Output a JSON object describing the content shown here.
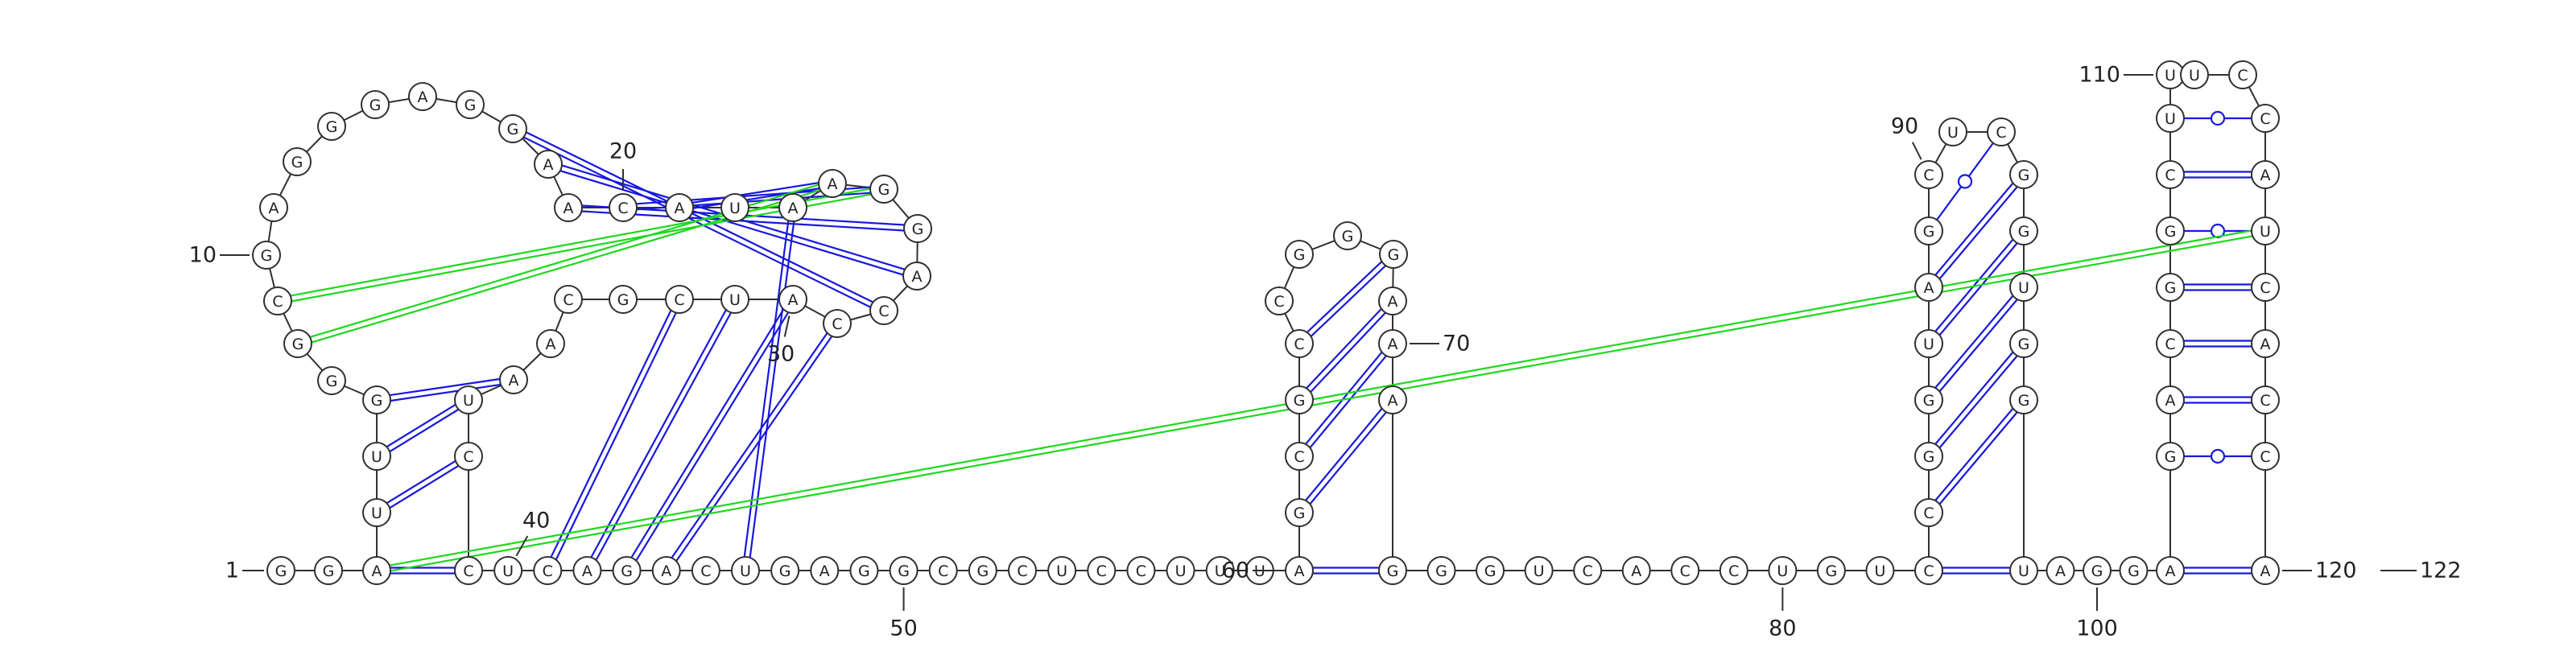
{
  "sequence": "GGAUUGGGCGAGGGAGGAACAUAAGGACCAUCGCAAUCCUCAGACUGAGGCGCUCCUUUAGCGCCGGGAAAGGGUCACCUGUCCGGUAGCUCGGUGGUAGGAGACGGCUUUCCAUCACCA",
  "position_labels": [
    {
      "text": "1",
      "nt": 1
    },
    {
      "text": "10",
      "nt": 10
    },
    {
      "text": "20",
      "nt": 20
    },
    {
      "text": "30",
      "nt": 30
    },
    {
      "text": "40",
      "nt": 40
    },
    {
      "text": "50",
      "nt": 50
    },
    {
      "text": "60",
      "nt": 60
    },
    {
      "text": "70",
      "nt": 70
    },
    {
      "text": "80",
      "nt": 80
    },
    {
      "text": "90",
      "nt": 90
    },
    {
      "text": "100",
      "nt": 100
    },
    {
      "text": "110",
      "nt": 110
    },
    {
      "text": "120",
      "nt": 120
    },
    {
      "text": "122",
      "nt": 122
    }
  ],
  "base_pairs": [
    {
      "i": 3,
      "j": 39,
      "type": "canonical"
    },
    {
      "i": 4,
      "j": 38,
      "type": "canonical"
    },
    {
      "i": 5,
      "j": 37,
      "type": "canonical"
    },
    {
      "i": 6,
      "j": 36,
      "type": "canonical"
    },
    {
      "i": 17,
      "j": 28,
      "type": "canonical"
    },
    {
      "i": 18,
      "j": 27,
      "type": "canonical"
    },
    {
      "i": 19,
      "j": 26,
      "type": "canonical"
    },
    {
      "i": 20,
      "j": 25,
      "type": "canonical"
    },
    {
      "i": 21,
      "j": 24,
      "type": "canonical"
    },
    {
      "i": 23,
      "j": 46,
      "type": "canonical"
    },
    {
      "i": 29,
      "j": 44,
      "type": "canonical"
    },
    {
      "i": 30,
      "j": 43,
      "type": "canonical"
    },
    {
      "i": 31,
      "j": 42,
      "type": "canonical"
    },
    {
      "i": 32,
      "j": 41,
      "type": "canonical"
    },
    {
      "i": 60,
      "j": 72,
      "type": "canonical"
    },
    {
      "i": 61,
      "j": 71,
      "type": "canonical"
    },
    {
      "i": 62,
      "j": 70,
      "type": "canonical"
    },
    {
      "i": 63,
      "j": 69,
      "type": "canonical"
    },
    {
      "i": 64,
      "j": 68,
      "type": "canonical"
    },
    {
      "i": 83,
      "j": 98,
      "type": "canonical"
    },
    {
      "i": 84,
      "j": 97,
      "type": "canonical"
    },
    {
      "i": 85,
      "j": 96,
      "type": "canonical"
    },
    {
      "i": 86,
      "j": 95,
      "type": "canonical"
    },
    {
      "i": 87,
      "j": 94,
      "type": "canonical"
    },
    {
      "i": 88,
      "j": 93,
      "type": "canonical"
    },
    {
      "i": 89,
      "j": 92,
      "type": "wobble"
    },
    {
      "i": 102,
      "j": 120,
      "type": "canonical"
    },
    {
      "i": 103,
      "j": 119,
      "type": "wobble"
    },
    {
      "i": 104,
      "j": 118,
      "type": "canonical"
    },
    {
      "i": 105,
      "j": 117,
      "type": "canonical"
    },
    {
      "i": 106,
      "j": 116,
      "type": "canonical"
    },
    {
      "i": 107,
      "j": 115,
      "type": "wobble"
    },
    {
      "i": 108,
      "j": 114,
      "type": "canonical"
    },
    {
      "i": 109,
      "j": 113,
      "type": "wobble"
    },
    {
      "i": 8,
      "j": 24,
      "type": "pseudoknot"
    },
    {
      "i": 9,
      "j": 25,
      "type": "pseudoknot"
    },
    {
      "i": 3,
      "j": 115,
      "type": "pseudoknot"
    }
  ],
  "colors": {
    "backbone": "#303030",
    "canonical_pair": "#1818dd",
    "pseudoknot_pair": "#1ed81e",
    "nucleotide_fill": "#ffffff",
    "text": "#222222"
  }
}
